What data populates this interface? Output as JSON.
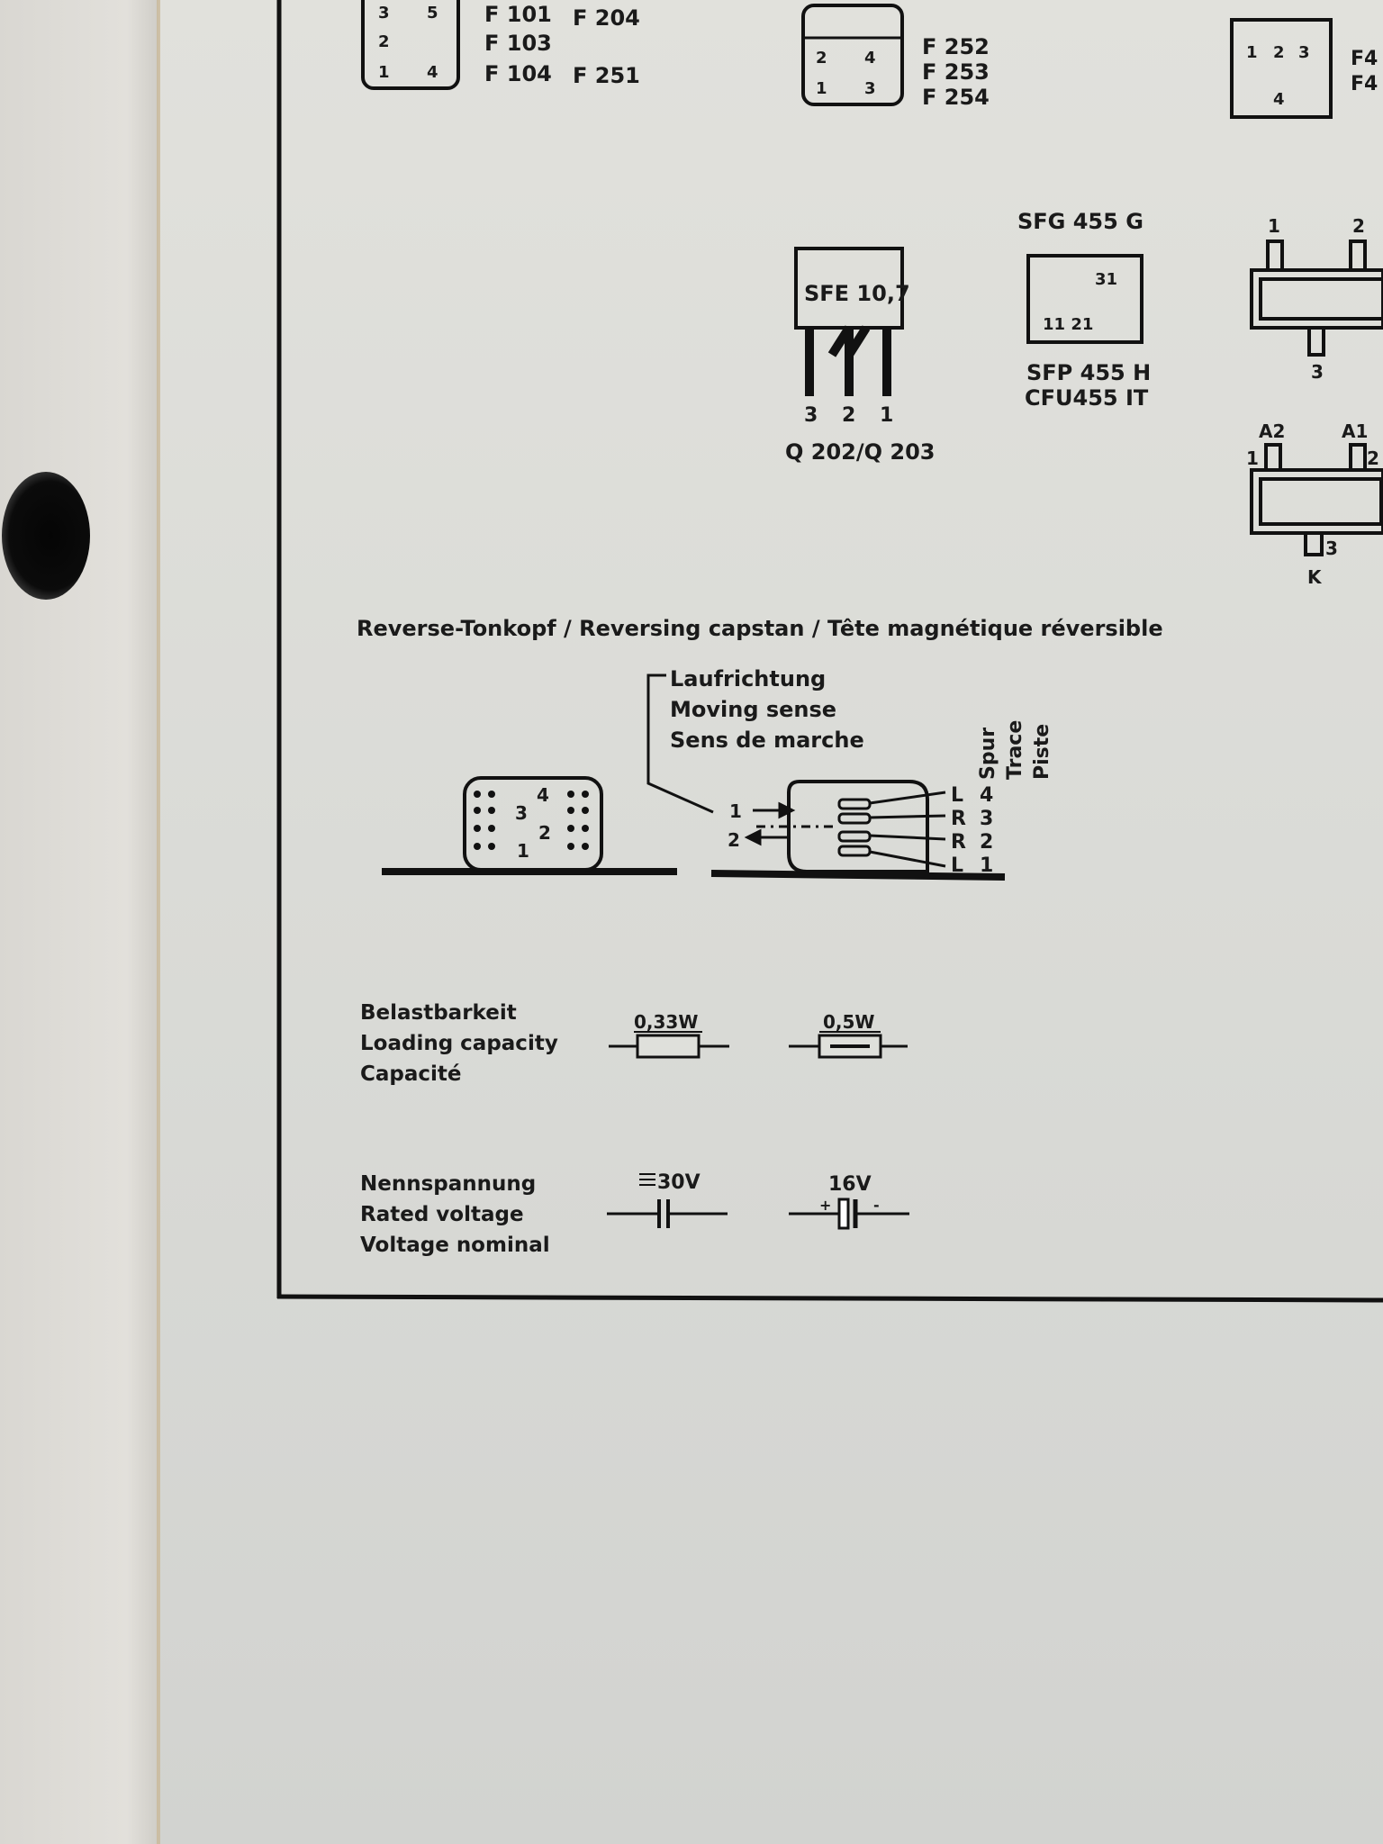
{
  "filters_top_left": {
    "pins": [
      "3",
      "5",
      "2",
      "1",
      "4"
    ],
    "labels_col1": [
      "F 101",
      "F 103",
      "F 104"
    ],
    "labels_col2": [
      "F 204",
      "F 251"
    ]
  },
  "filters_top_mid": {
    "pins": [
      "2",
      "4",
      "1",
      "3"
    ],
    "labels": [
      "F 252",
      "F 253",
      "F 254"
    ]
  },
  "filters_top_right": {
    "pins": [
      "1",
      "2",
      "3",
      "4"
    ],
    "labels": [
      "F4",
      "F4"
    ]
  },
  "sfe": {
    "label": "SFE 10,7",
    "pins": [
      "3",
      "2",
      "1"
    ],
    "designators": "Q 202/Q 203"
  },
  "sfg": {
    "top_label": "SFG 455 G",
    "pins_top": "31",
    "pins_bottom": "11 21",
    "bottom_labels": [
      "SFP 455 H",
      "CFU455 IT"
    ]
  },
  "component_right_1": {
    "pins": [
      "1",
      "2",
      "3"
    ]
  },
  "component_right_2": {
    "pins": [
      "A2",
      "A1",
      "1",
      "2",
      "3",
      "K"
    ]
  },
  "reverse_head": {
    "title": "Reverse-Tonkopf / Reversing capstan / Tête magnétique réversible",
    "direction_labels": [
      "Laufrichtung",
      "Moving sense",
      "Sens de marche"
    ],
    "track_header": [
      "Spur",
      "Trace",
      "Piste"
    ],
    "left_numbers": [
      "4",
      "3",
      "2",
      "1"
    ],
    "arrows": [
      "1",
      "2"
    ],
    "channels": [
      "L",
      "R",
      "R",
      "L"
    ],
    "tracks": [
      "4",
      "3",
      "2",
      "1"
    ]
  },
  "loading": {
    "labels": [
      "Belastbarkeit",
      "Loading capacity",
      "Capacité"
    ],
    "values": [
      "0,33W",
      "0,5W"
    ]
  },
  "voltage": {
    "labels": [
      "Nennspannung",
      "Rated voltage",
      "Voltage nominal"
    ],
    "values": [
      "30V",
      "16V"
    ],
    "polarity": [
      "+",
      "-"
    ]
  }
}
